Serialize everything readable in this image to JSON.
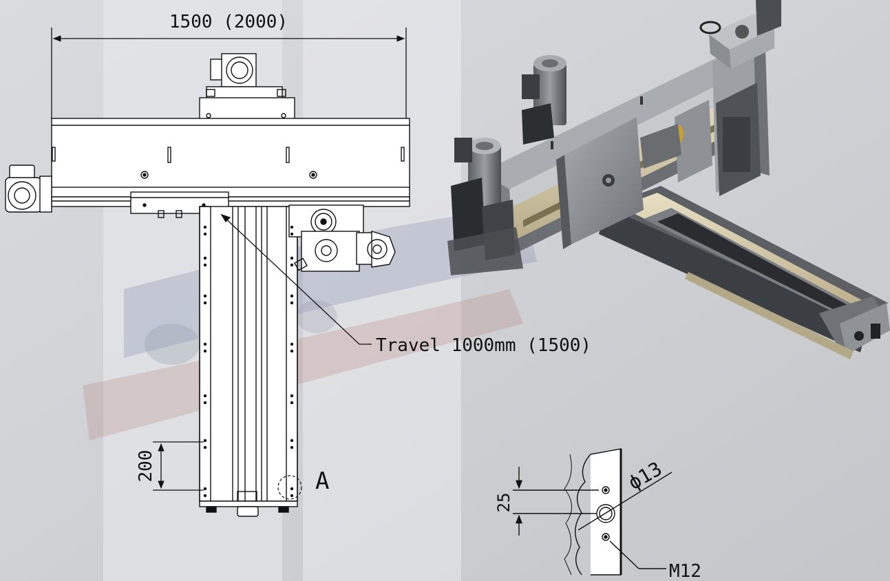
{
  "dimensions": {
    "overall_width": "1500 (2000)",
    "travel": "Travel 1000mm (1500)",
    "spacing": "200",
    "detail_label": "A",
    "detail_spacing": "25",
    "hole_diameter": "ϕ13",
    "thread": "M12"
  }
}
